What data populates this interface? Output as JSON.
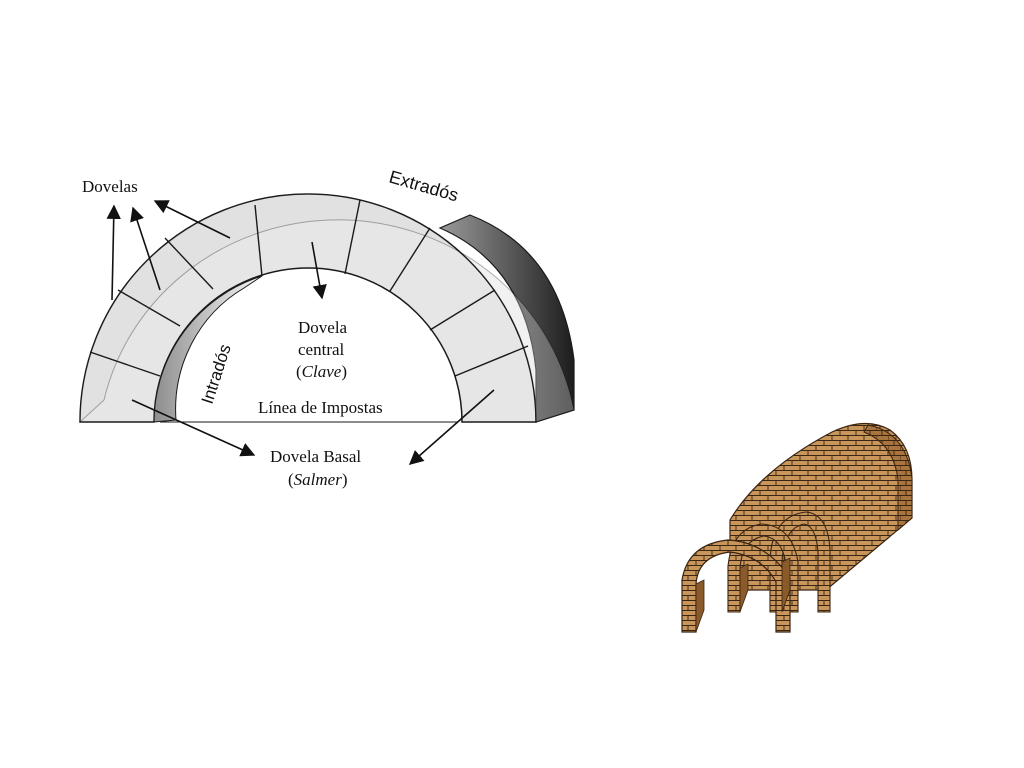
{
  "arch": {
    "labels": {
      "dovelas": "Dovelas",
      "extrados": "Extradós",
      "intrados": "Intradós",
      "dovela_central": "Dovela",
      "dovela_central_2": "central",
      "clave": "Clave",
      "linea_impostas": "Línea de Impostas",
      "dovela_basal": "Dovela Basal",
      "salmer": "Salmer"
    },
    "colors": {
      "stone": "#e6e6e6",
      "stone_shade": "#bdbdbd",
      "outline": "#1a1a1a"
    }
  },
  "vault": {
    "colors": {
      "brick": "#c8955a",
      "brick_dark": "#8a5a2b",
      "mortar": "#3a2412"
    }
  }
}
